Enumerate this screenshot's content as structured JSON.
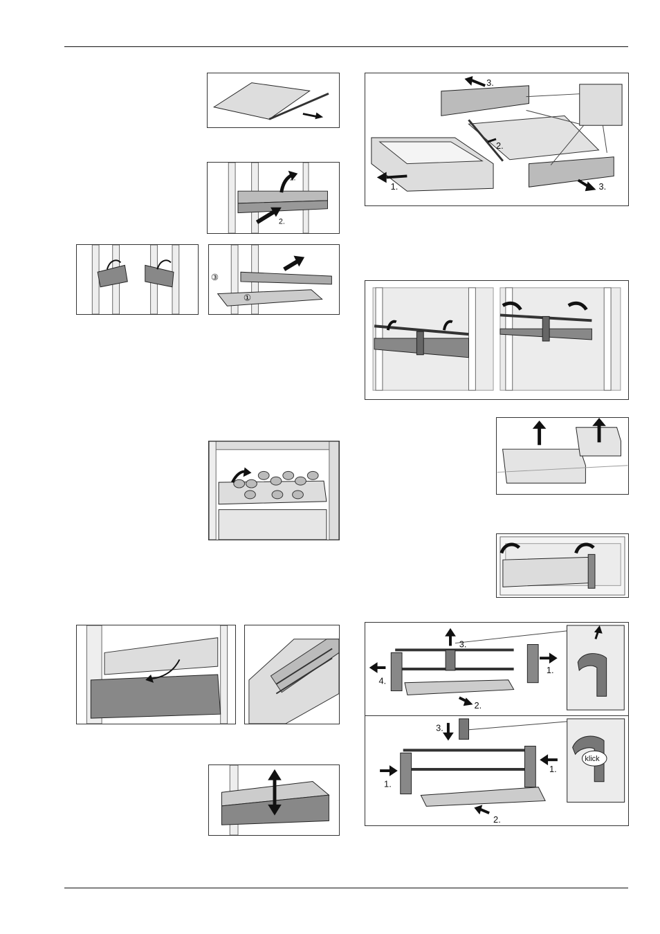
{
  "figures": {
    "shelf_glass": {},
    "shelf_insert": {
      "step1": "1.",
      "step2": "2."
    },
    "shelf_brackets": {},
    "shelf_parts": {
      "mark3": "③",
      "mark1": "①"
    },
    "bottle_rack": {},
    "drawer_out": {},
    "drawer_rail": {},
    "drawer_lift": {},
    "crisper_disassembly": {
      "step1": "1.",
      "step2": "2.",
      "step3a": "3.",
      "step3b": "3."
    },
    "door_rack_pair": {},
    "door_boxes_lift": {},
    "door_boxes_hinge": {},
    "rack_disassembly": {
      "step1": "1.",
      "step2": "2.",
      "step3": "3.",
      "step4": "4."
    },
    "rack_assembly": {
      "step1a": "1.",
      "step1b": "1.",
      "step2": "2.",
      "step3": "3.",
      "klick": "klick"
    }
  }
}
